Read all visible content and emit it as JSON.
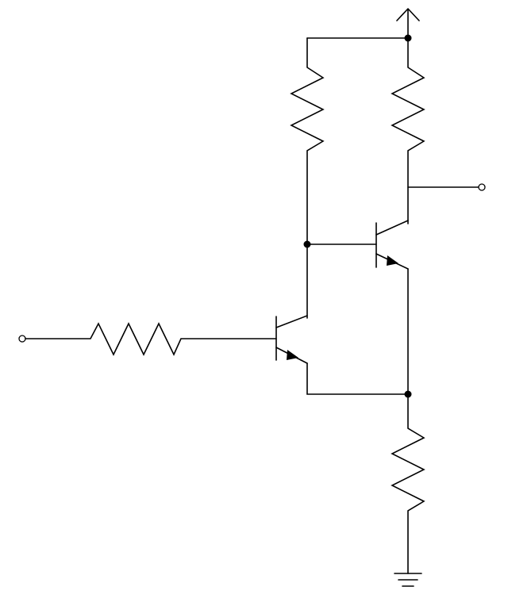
{
  "diagram": {
    "type": "circuit-schematic",
    "style": {
      "stroke": "#000000",
      "background": "#ffffff"
    },
    "components": [
      {
        "id": "R_in",
        "kind": "resistor",
        "icon": "resistor-icon"
      },
      {
        "id": "R_c1",
        "kind": "resistor",
        "icon": "resistor-icon"
      },
      {
        "id": "R_c2",
        "kind": "resistor",
        "icon": "resistor-icon"
      },
      {
        "id": "R_e",
        "kind": "resistor",
        "icon": "resistor-icon"
      },
      {
        "id": "Q1",
        "kind": "npn-transistor",
        "icon": "npn-transistor-icon"
      },
      {
        "id": "Q2",
        "kind": "npn-transistor",
        "icon": "npn-transistor-icon"
      },
      {
        "id": "VCC",
        "kind": "supply-arrow",
        "icon": "supply-arrow-icon"
      },
      {
        "id": "GND",
        "kind": "ground",
        "icon": "ground-icon"
      },
      {
        "id": "IN",
        "kind": "terminal",
        "icon": "input-terminal-icon"
      },
      {
        "id": "OUT",
        "kind": "terminal",
        "icon": "output-terminal-icon"
      }
    ]
  }
}
